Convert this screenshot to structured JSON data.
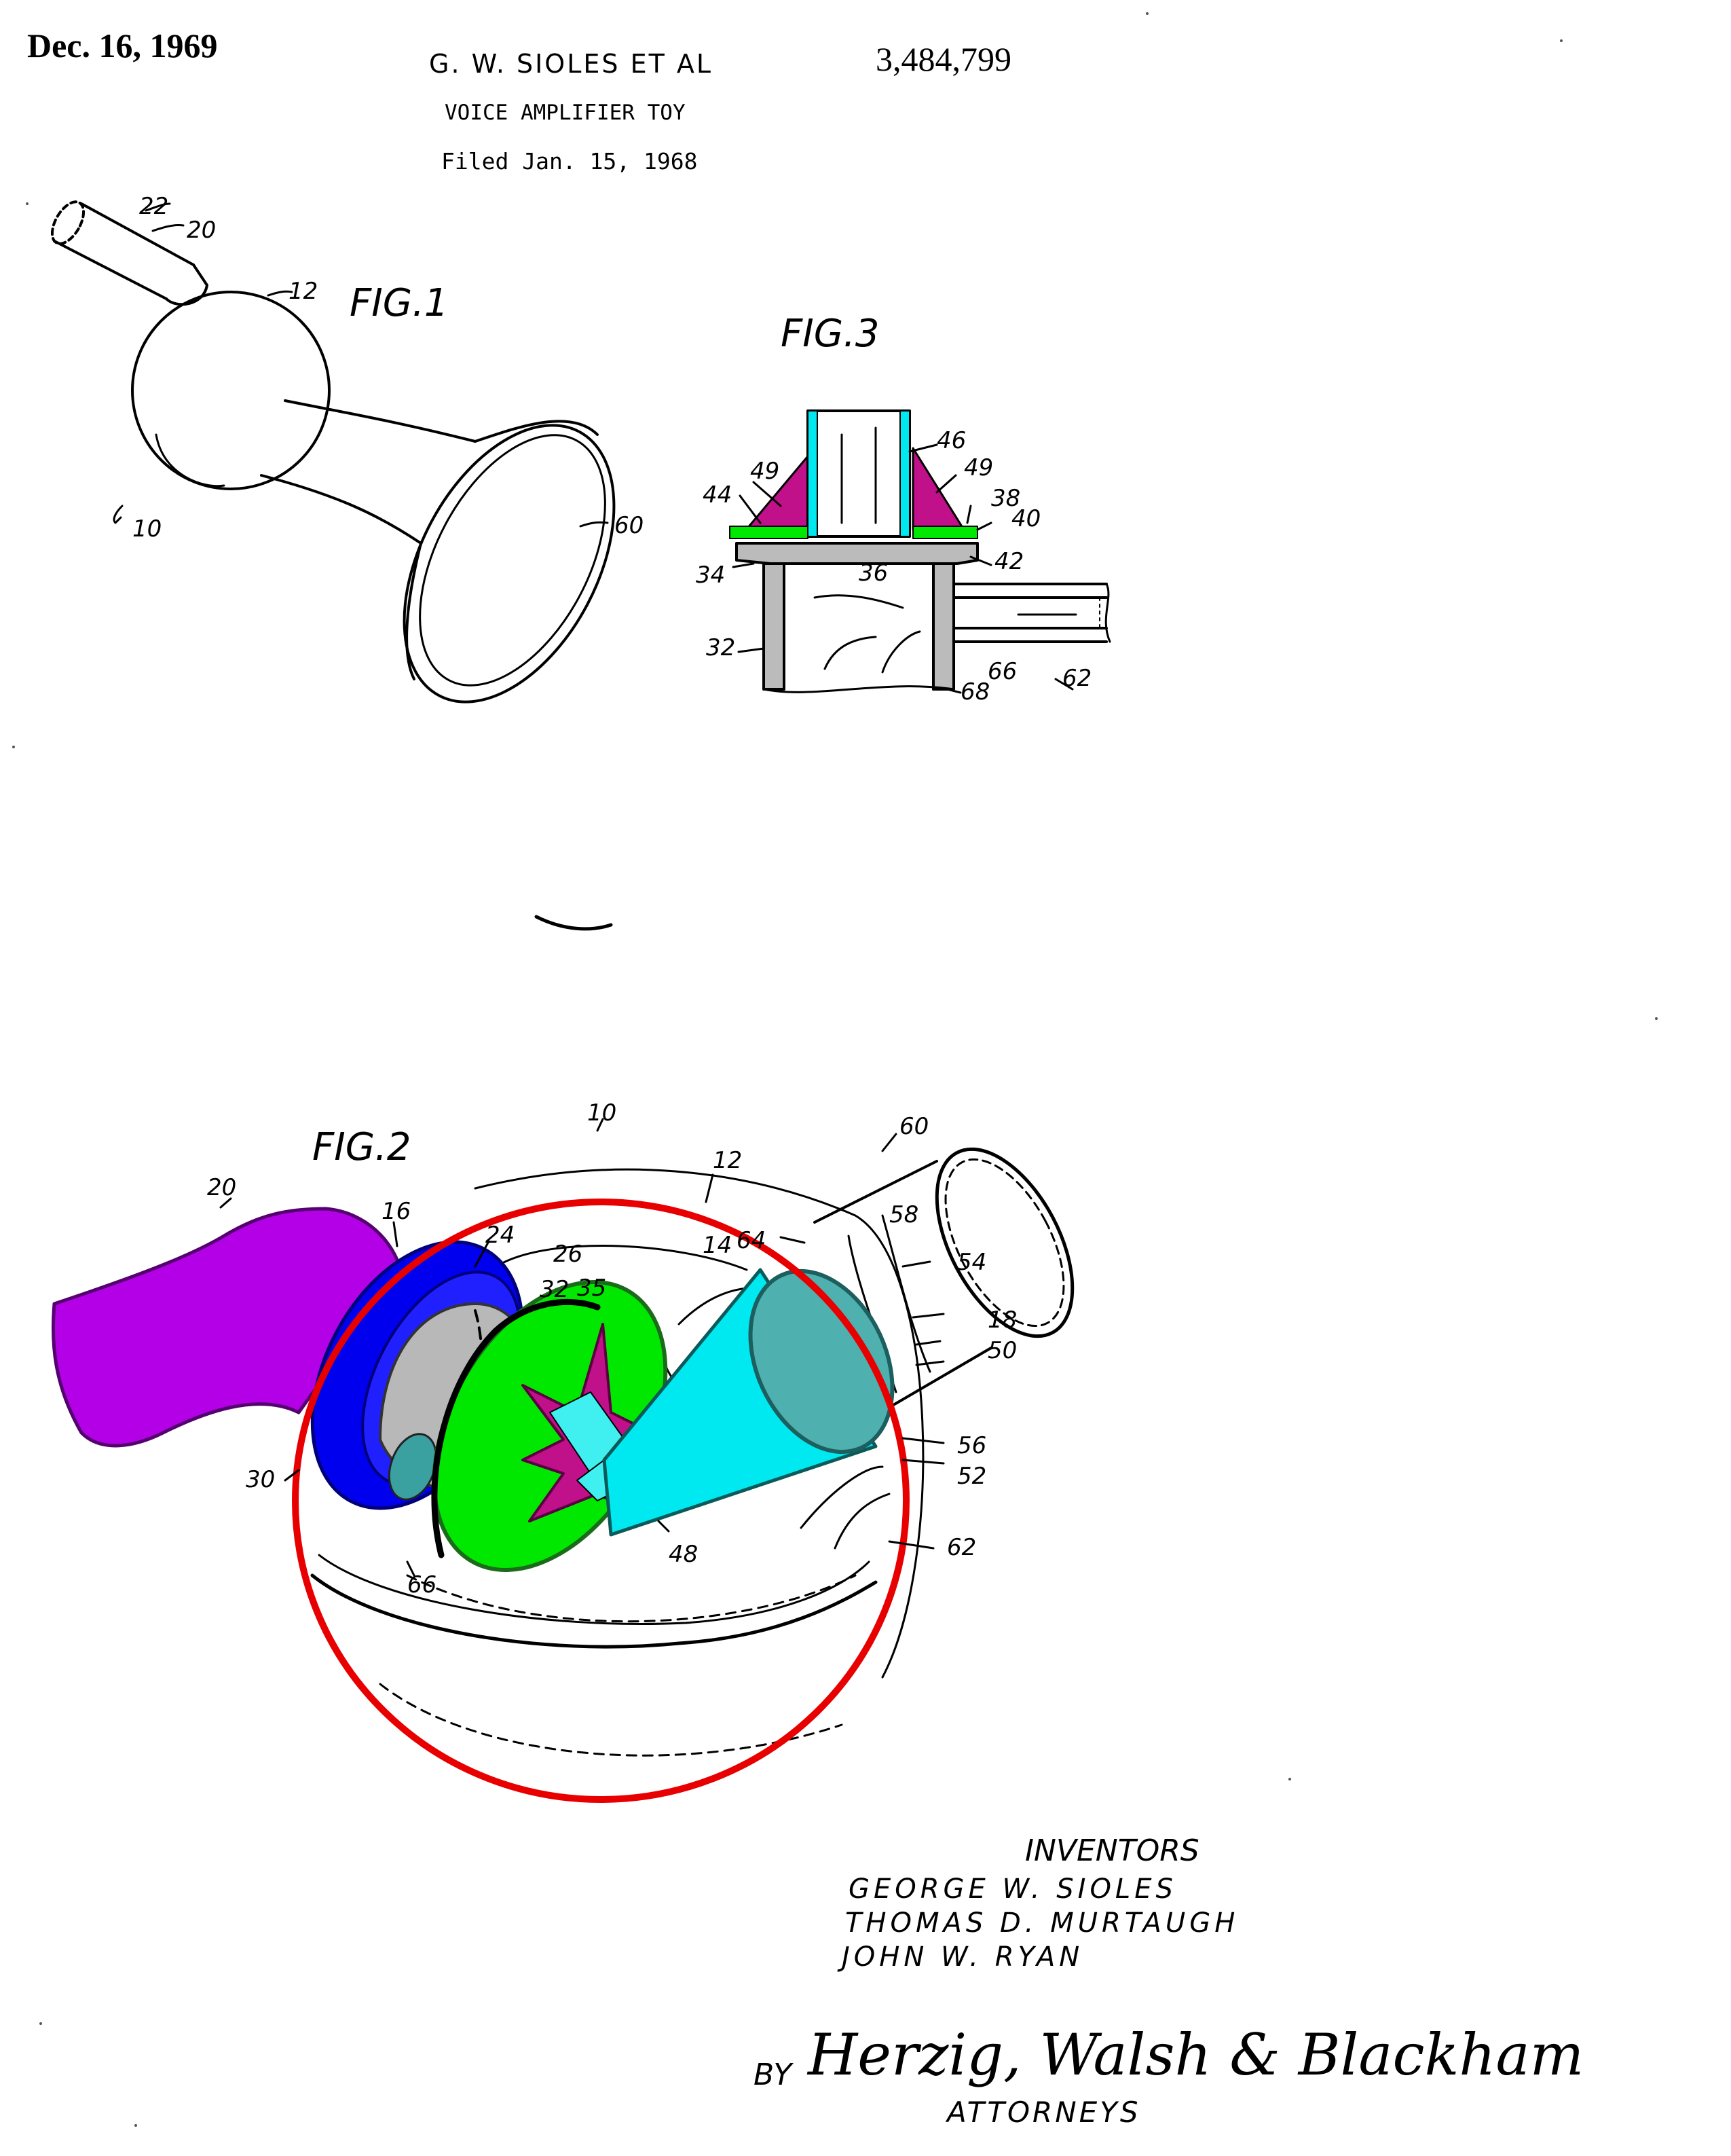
{
  "header": {
    "date": "Dec. 16, 1969",
    "inventor_short": "G. W. SIOLES ET AL",
    "patent_number": "3,484,799",
    "title": "VOICE AMPLIFIER TOY",
    "filed": "Filed Jan. 15, 1968"
  },
  "figures": {
    "fig1": "FIG.1",
    "fig2": "FIG.2",
    "fig3": "FIG.3"
  },
  "fig1_refs": [
    "22",
    "20",
    "12",
    "10",
    "60"
  ],
  "fig3_refs": [
    "49",
    "46",
    "49",
    "38",
    "40",
    "44",
    "34",
    "36",
    "42",
    "32",
    "66",
    "62",
    "68"
  ],
  "fig2_refs": [
    "10",
    "60",
    "20",
    "12",
    "16",
    "24",
    "26",
    "14",
    "64",
    "58",
    "54",
    "32",
    "35",
    "18",
    "50",
    "30",
    "56",
    "52",
    "48",
    "62",
    "66"
  ],
  "inventors": {
    "heading": "INVENTORS",
    "names": [
      "GEORGE W. SIOLES",
      "THOMAS D. MURTAUGH",
      "JOHN W. RYAN"
    ]
  },
  "attorneys": {
    "by": "BY",
    "firm": "Herzig, Walsh & Blackham",
    "label": "ATTORNEYS"
  },
  "colors": {
    "magenta": "#c0108a",
    "cyan": "#00e8f0",
    "green": "#00e800",
    "blue": "#0000ee",
    "purple": "#b400e6",
    "teal": "#4fb0b0",
    "red": "#e80000",
    "grey": "#b8b8b8"
  }
}
